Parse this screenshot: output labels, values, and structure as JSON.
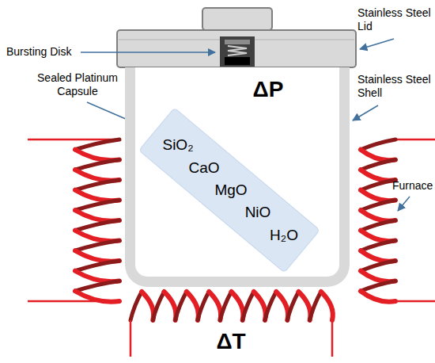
{
  "diagram": {
    "nodes": [
      {
        "text": [
          "ΔP"
        ]
      },
      {
        "text": [
          "SiO₂",
          "CaO",
          "MgO",
          "NiO",
          "H₂O"
        ],
        "in": 0
      }
    ],
    "labels": [
      "Bursting Disk",
      "Stainless Steel Lid",
      "Sealed Platinum Capsule",
      "Stainless Steel Shell",
      "Furnace",
      "ΔT"
    ]
  }
}
